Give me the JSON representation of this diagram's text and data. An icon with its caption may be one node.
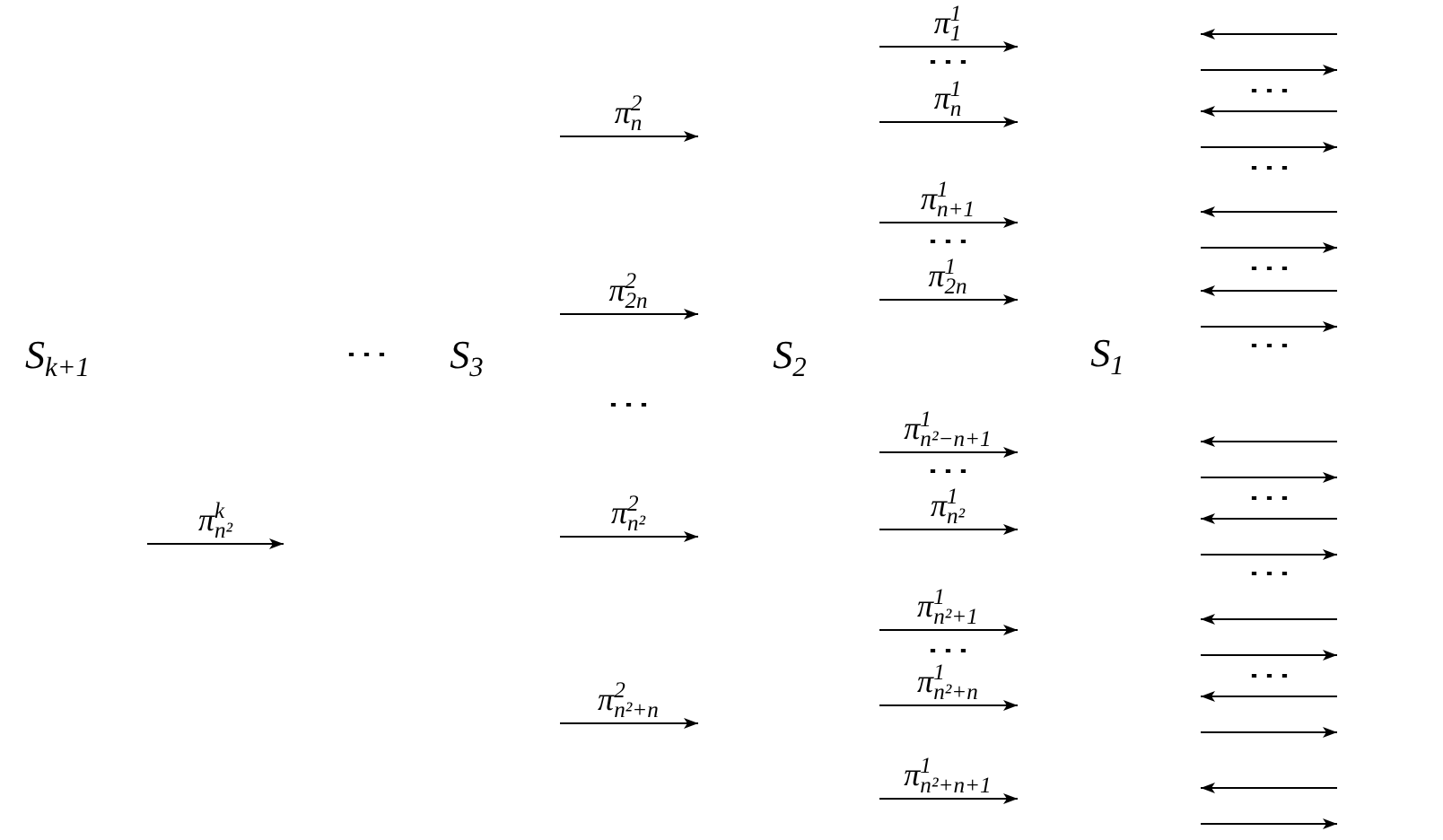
{
  "diagram": {
    "labels": [
      "S$_{k+1}$",
      "π$^{k}$$_{n²}$",
      "⋯",
      "S$_{3}$",
      "π$^{2}$$_{n}$",
      "π$^{2}$$_{2n}$",
      "⋯",
      "π$^{2}$$_{n²}$",
      "π$^{2}$$_{n²+n}$",
      "S$_{2}$",
      "π$^{1}$$_{1}$",
      "⋯",
      "π$^{1}$$_{n}$",
      "π$^{1}$$_{n+1}$",
      "⋯",
      "π$^{1}$$_{2n}$",
      "π$^{1}$$_{n²−n+1}$",
      "⋯",
      "π$^{1}$$_{n²}$",
      "π$^{1}$$_{n²+1}$",
      "⋯",
      "π$^{1}$$_{n²+n}$",
      "π$^{1}$$_{n²+n+1}$",
      "S$_{1}$",
      "⋯",
      "⋯",
      "⋯",
      "⋯",
      "⋯",
      "⋯",
      "⋯"
    ]
  }
}
